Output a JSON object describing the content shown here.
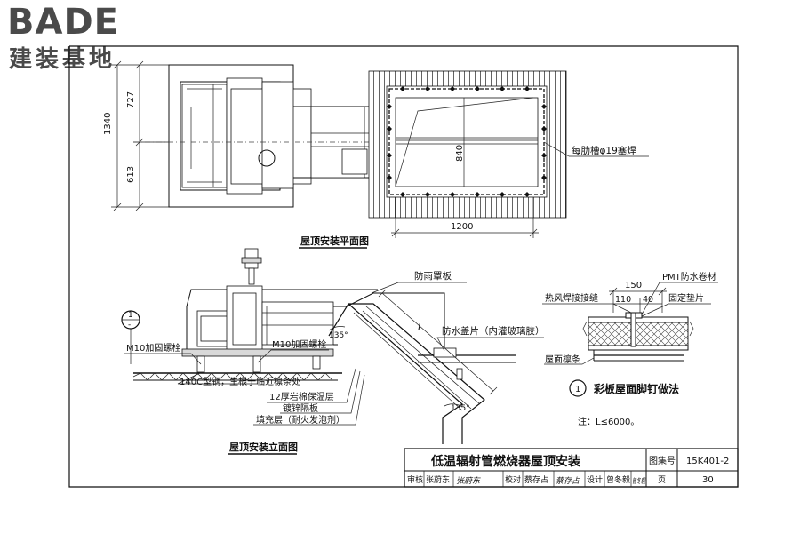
{
  "logo": {
    "brand": "BADE",
    "subtitle": "建装基地"
  },
  "plan": {
    "title": "屋顶安装平面图",
    "dim_total": "1340",
    "dim_upper": "727",
    "dim_lower": "613",
    "dim_inner": "840",
    "dim_width": "1200",
    "weld_note": "每肋槽φ19塞焊"
  },
  "elevation": {
    "title": "屋顶安装立面图",
    "rain_cover": "防雨罩板",
    "waterproof_cap": "防水盖片（内灌玻璃胶）",
    "bolt_left": "M10加固螺栓",
    "bolt_right": "M10加固螺栓",
    "channel_note": "140C型钢，生根于临近檩条处",
    "layer1": "12厚岩棉保温层",
    "layer2": "镀锌隔板",
    "layer3": "填充层（耐火发泡剂）",
    "angle_top": "135°",
    "angle_bottom": "135°",
    "length_label": "L",
    "callout_num": "1",
    "callout_den": "-"
  },
  "detail": {
    "dim_150": "150",
    "dim_110": "110",
    "dim_40": "40",
    "pmt": "PMT防水卷材",
    "hot_air": "热风焊接接缝",
    "fixing_pad": "固定垫片",
    "purlin": "屋面檩条",
    "callout_num": "1",
    "title": "彩板屋面脚钉做法",
    "note": "注：L≤6000。"
  },
  "titleblock": {
    "title": "低温辐射管燃烧器屋顶安装",
    "atlas_label": "图集号",
    "atlas_no": "15K401-2",
    "review_label": "审核",
    "review_name": "张蔚东",
    "review_sign": "张蔚东",
    "check_label": "校对",
    "check_name": "蔡存占",
    "check_sign": "蔡存占",
    "design_label": "设计",
    "design_name": "曾冬毅",
    "design_sign": "曾冬毅",
    "page_label": "页",
    "page_no": "30"
  }
}
